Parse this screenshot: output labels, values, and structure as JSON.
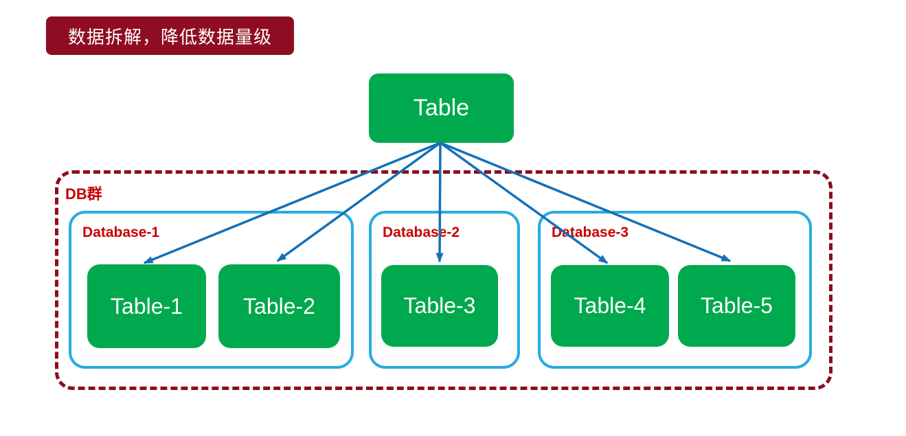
{
  "banner": {
    "label": "数据拆解，降低数据量级"
  },
  "root_table": {
    "label": "Table"
  },
  "cluster": {
    "label": "DB群",
    "databases": [
      {
        "label": "Database-1",
        "tables": [
          {
            "label": "Table-1"
          },
          {
            "label": "Table-2"
          }
        ]
      },
      {
        "label": "Database-2",
        "tables": [
          {
            "label": "Table-3"
          }
        ]
      },
      {
        "label": "Database-3",
        "tables": [
          {
            "label": "Table-4"
          },
          {
            "label": "Table-5"
          }
        ]
      }
    ]
  },
  "edges": [
    {
      "from": "Table",
      "to": "Table-1"
    },
    {
      "from": "Table",
      "to": "Table-2"
    },
    {
      "from": "Table",
      "to": "Table-3"
    },
    {
      "from": "Table",
      "to": "Table-4"
    },
    {
      "from": "Table",
      "to": "Table-5"
    }
  ],
  "colors": {
    "banner_bg": "#8E0D23",
    "node_green": "#00A94E",
    "cluster_border": "#8B0D21",
    "database_border": "#29ABE2",
    "label_red": "#C80000",
    "arrow_blue": "#1270B8",
    "node_text": "#FFFFFF"
  }
}
